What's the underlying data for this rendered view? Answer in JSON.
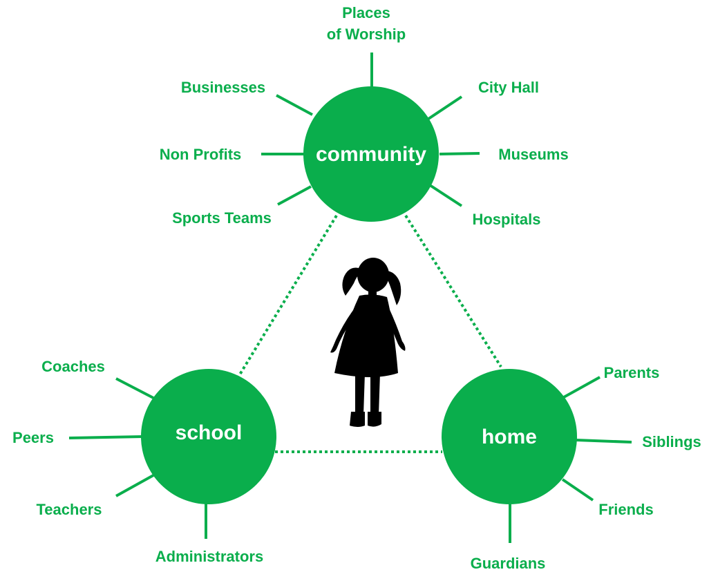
{
  "colors": {
    "accent": "#0aae4c",
    "hub_text": "#ffffff",
    "silhouette": "#000000"
  },
  "hubs": {
    "community": {
      "label": "community",
      "items": [
        "Places",
        "of Worship",
        "Businesses",
        "City Hall",
        "Non Profits",
        "Museums",
        "Sports Teams",
        "Hospitals"
      ]
    },
    "school": {
      "label": "school",
      "items": [
        "Coaches",
        "Peers",
        "Teachers",
        "Administrators"
      ]
    },
    "home": {
      "label": "home",
      "items": [
        "Parents",
        "Siblings",
        "Friends",
        "Guardians"
      ]
    }
  },
  "center_figure": {
    "icon": "child-silhouette-icon"
  }
}
